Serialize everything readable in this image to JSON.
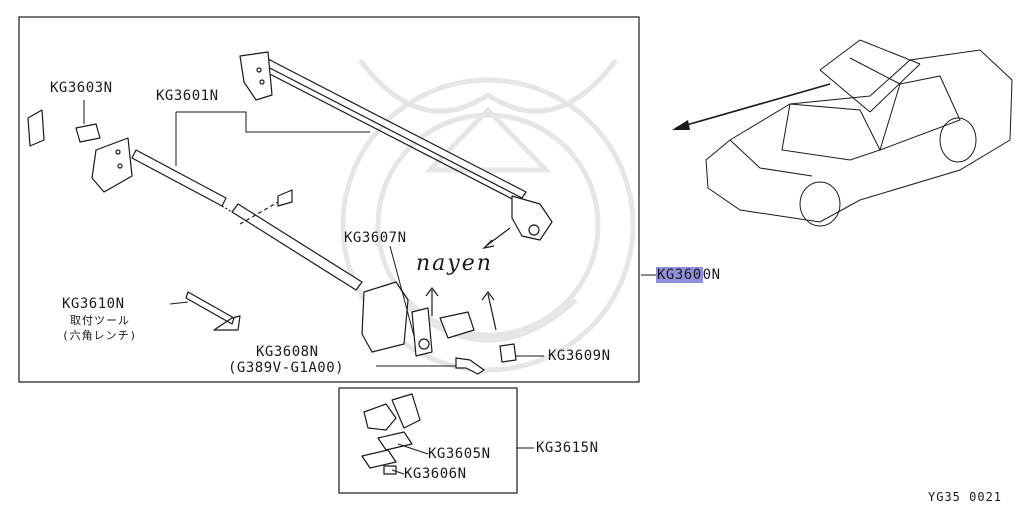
{
  "callouts": {
    "kg3603n": "KG3603N",
    "kg3601n": "KG3601N",
    "kg3607n": "KG3607N",
    "kg3610n": "KG3610N",
    "kg3610n_note_line1": "取付ツール",
    "kg3610n_note_line2": "(六角レンチ)",
    "kg3608n": "KG3608N",
    "kg3608n_note": "(G389V-G1A00)",
    "kg3609n": "KG3609N",
    "kg3600n_highlight": "KG360",
    "kg3600n_rest": "0N",
    "kg3605n": "KG3605N",
    "kg3606n": "KG3606N",
    "kg3615n": "KG3615N"
  },
  "brand_logo": "nayen",
  "figure_code": "YG35  0021",
  "colors": {
    "line": "#1a1a1a",
    "highlight": "#8f8fdc",
    "watermark": "#e4e4e4"
  }
}
